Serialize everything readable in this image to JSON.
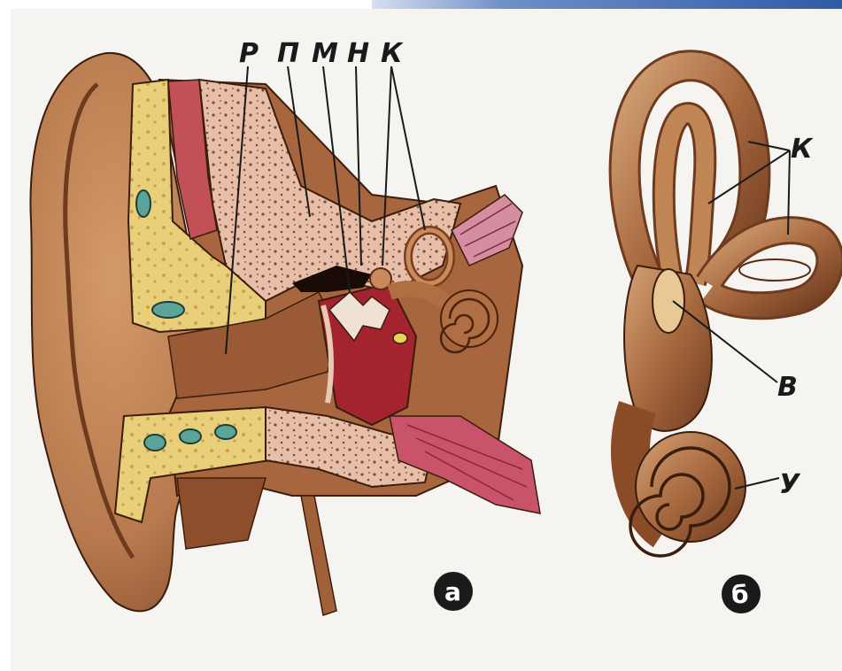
{
  "labels_a": {
    "R": "Р",
    "P": "П",
    "M": "М",
    "N": "Н",
    "K": "К"
  },
  "labels_b": {
    "K": "К",
    "V": "В",
    "U": "У"
  },
  "badges": {
    "a": "а",
    "b": "б"
  },
  "colors": {
    "skin": "#b7794d",
    "bone_yellow": "#e9cf7a",
    "bone_pink": "#e7bfa9",
    "muscle_red": "#b5313e",
    "labyrinth": "#a8693f",
    "background": "#f6f4f1"
  }
}
